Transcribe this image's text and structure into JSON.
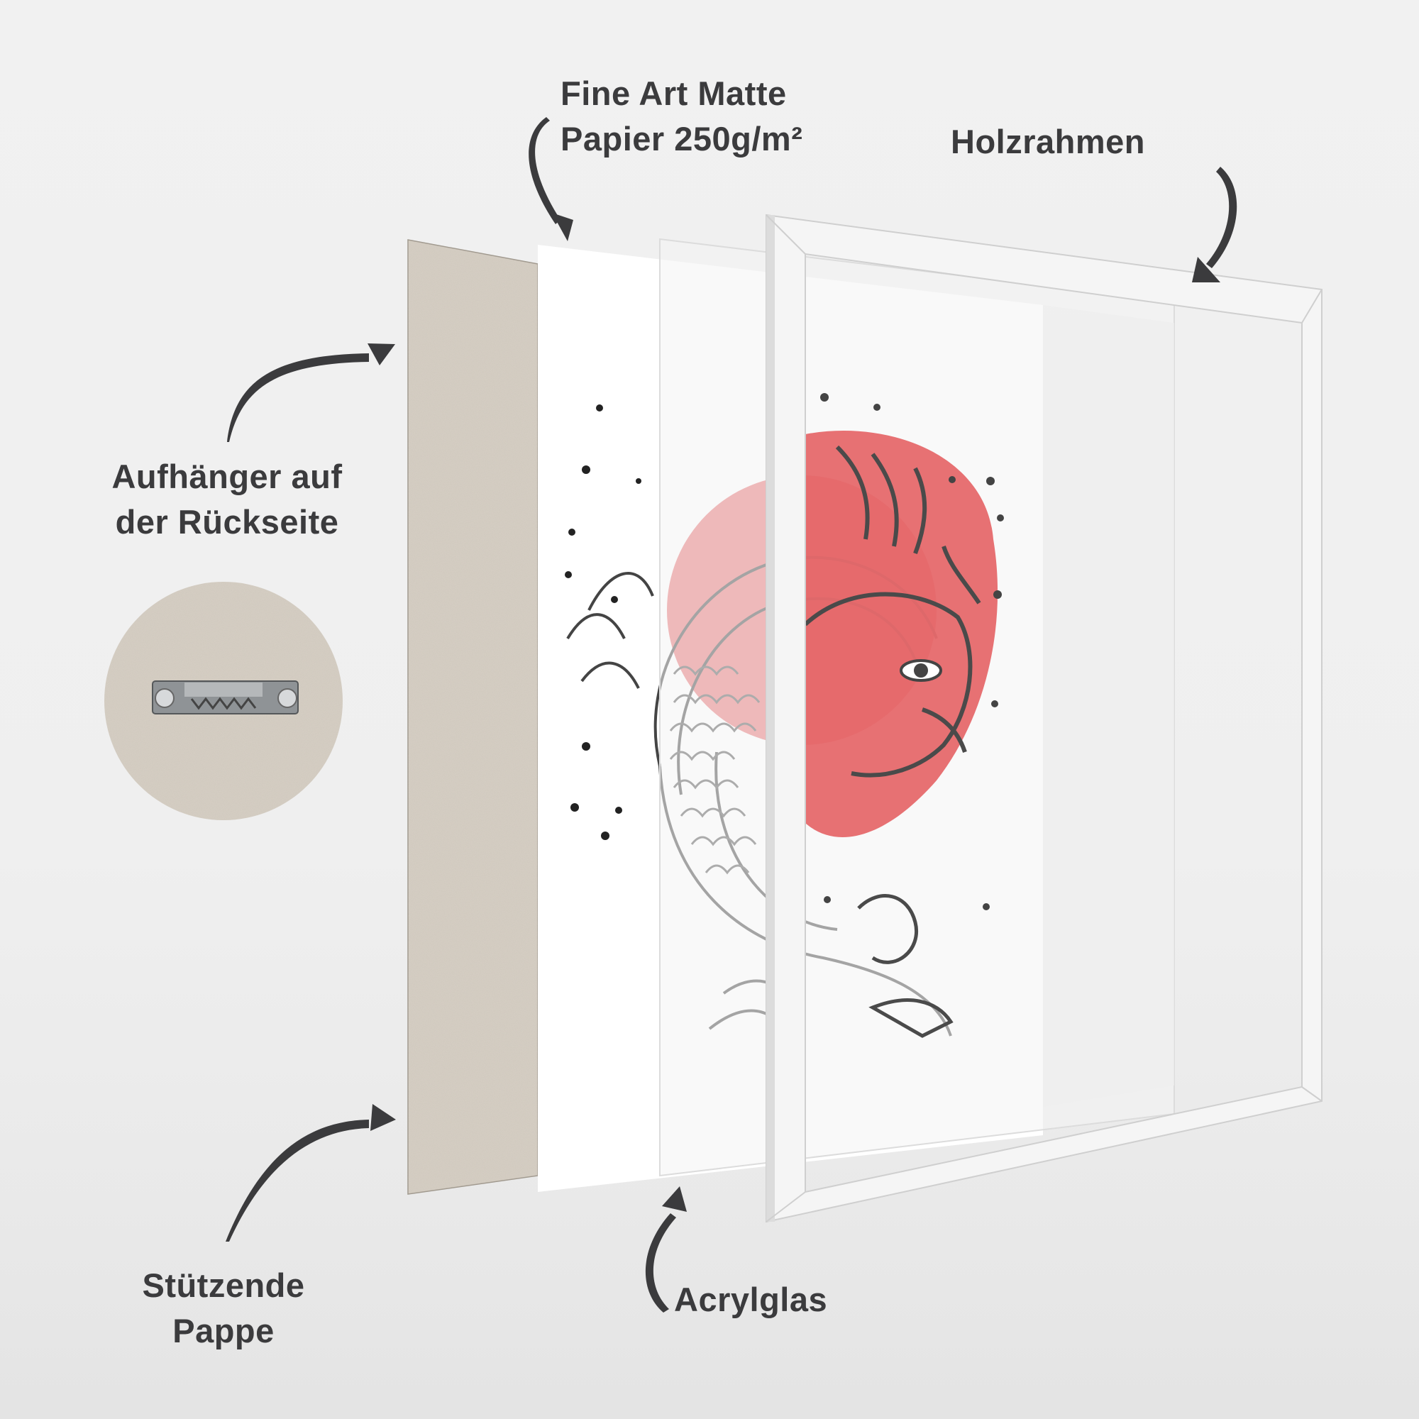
{
  "labels": {
    "paper": {
      "line1": "Fine Art Matte",
      "line2": "Papier 250g/m²"
    },
    "frame": {
      "line1": "Holzrahmen"
    },
    "hanger": {
      "line1": "Aufhänger auf",
      "line2": "der Rückseite"
    },
    "backing": {
      "line1": "Stützende",
      "line2": "Pappe"
    },
    "acrylic": {
      "line1": "Acrylglas"
    }
  },
  "colors": {
    "background": "#efefef",
    "text": "#3b3b3d",
    "arrow": "#3b3b3d",
    "cardboard": "#d6cfc4",
    "paper": "#ffffff",
    "frame": "#f4f4f4",
    "accent_red": "#e46264",
    "ink": "#4a4a4a"
  },
  "layers": [
    "Stützende Pappe",
    "Fine Art Matte Papier 250g/m²",
    "Acrylglas",
    "Holzrahmen"
  ]
}
